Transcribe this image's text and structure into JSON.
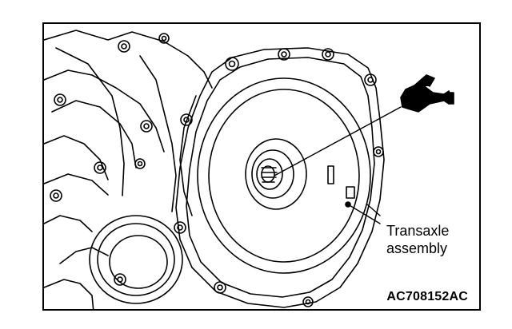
{
  "figure": {
    "callout_line1": "Transaxle",
    "callout_line2": "assembly",
    "code": "AC708152AC"
  },
  "icons": [
    "sealant-gun-icon"
  ],
  "colors": {
    "ink": "#000000",
    "paper": "#ffffff"
  }
}
